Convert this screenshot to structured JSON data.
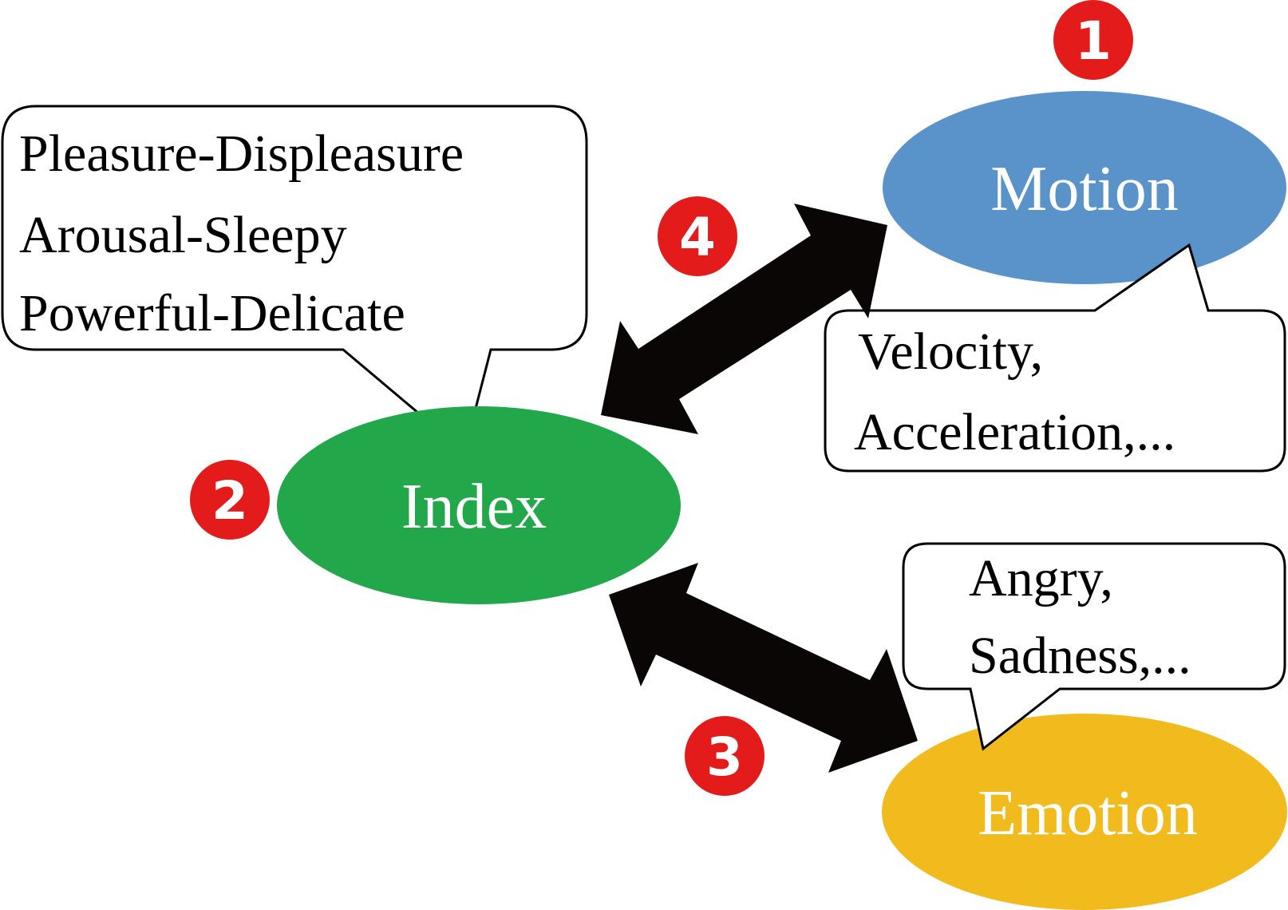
{
  "nodes": {
    "motion": {
      "label": "Motion",
      "color": "#5a93c9"
    },
    "index": {
      "label": "Index",
      "color": "#22a84a"
    },
    "emotion": {
      "label": "Emotion",
      "color": "#f1bb1e"
    }
  },
  "callouts": {
    "index": {
      "lines": [
        "Pleasure-Displeasure",
        "Arousal-Sleepy",
        "Powerful-Delicate"
      ]
    },
    "motion": {
      "lines": [
        "Velocity,",
        "Acceleration,..."
      ]
    },
    "emotion": {
      "lines": [
        "Angry,",
        "Sadness,..."
      ]
    }
  },
  "badges": {
    "one": "1",
    "two": "2",
    "three": "3",
    "four": "4"
  },
  "colors": {
    "badge": "#e31b1b",
    "badge_text": "#ffffff",
    "arrow": "#0a0606",
    "node_text": "#ffffff",
    "callout_text": "#000000",
    "callout_border": "#000000"
  }
}
